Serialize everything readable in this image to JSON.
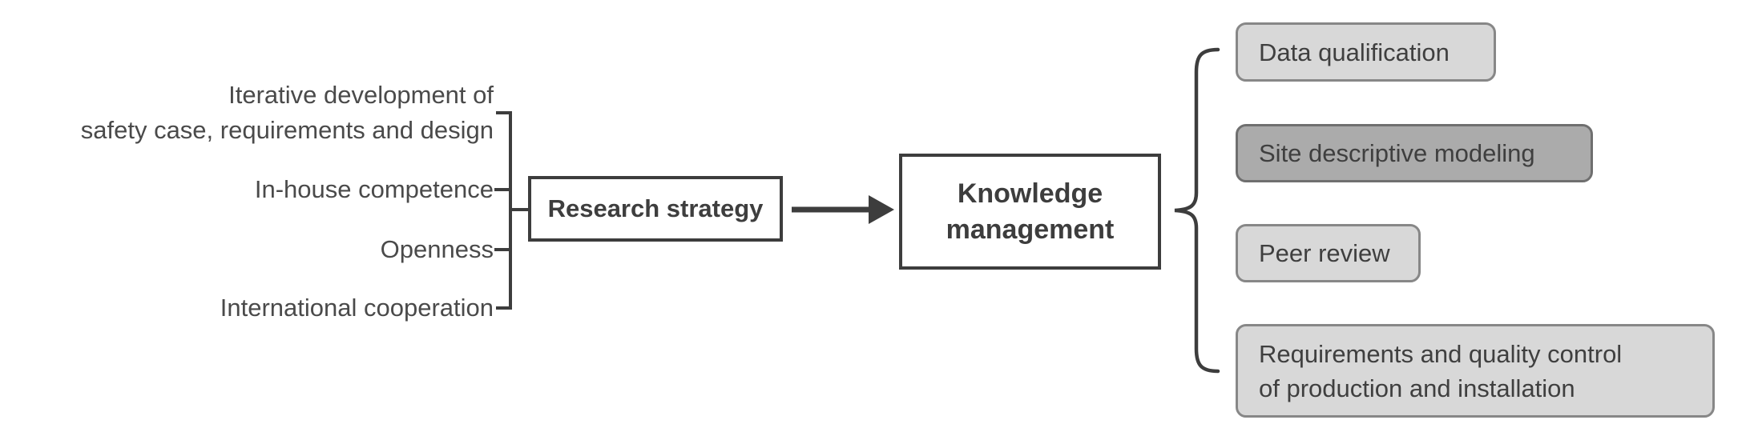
{
  "diagram": {
    "left_factors": {
      "items": [
        {
          "label": "Iterative development of\nsafety case, requirements and design"
        },
        {
          "label": "In-house competence"
        },
        {
          "label": "Openness"
        },
        {
          "label": "International cooperation"
        }
      ]
    },
    "center": {
      "research_strategy_label": "Research strategy",
      "knowledge_management_label": "Knowledge\nmanagement"
    },
    "outputs": {
      "items": [
        {
          "label": "Data qualification",
          "variant": "light"
        },
        {
          "label": "Site descriptive modeling",
          "variant": "dark"
        },
        {
          "label": "Peer review",
          "variant": "light"
        },
        {
          "label": "Requirements and quality control\nof production and installation",
          "variant": "light"
        }
      ]
    },
    "colors": {
      "line": "#3d3d3d",
      "light_box_fill": "#d8d8d8",
      "light_box_border": "#878787",
      "dark_box_fill": "#ababab",
      "dark_box_border": "#6f6f6f",
      "text": "#434343",
      "background": "#ffffff"
    }
  }
}
